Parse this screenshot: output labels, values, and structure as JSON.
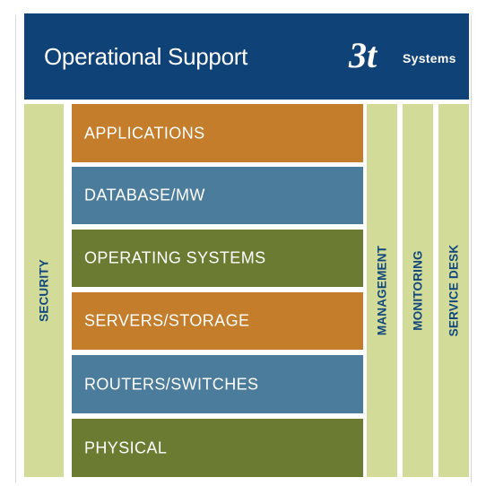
{
  "header": {
    "title": "Operational Support",
    "logo_mark": "3t",
    "logo_text": "Systems",
    "background": "#0f4276"
  },
  "columns": [
    {
      "label": "SECURITY",
      "color": "#d3db99"
    },
    {
      "label": "MANAGEMENT",
      "color": "#d3db99"
    },
    {
      "label": "MONITORING",
      "color": "#d3db99"
    },
    {
      "label": "SERVICE DESK",
      "color": "#d3db99"
    }
  ],
  "layers": [
    {
      "label": "APPLICATIONS",
      "color": "#c37d2b"
    },
    {
      "label": "DATABASE/MW",
      "color": "#4c7c9b"
    },
    {
      "label": "OPERATING SYSTEMS",
      "color": "#6b7c32"
    },
    {
      "label": "SERVERS/STORAGE",
      "color": "#c37d2b"
    },
    {
      "label": "ROUTERS/SWITCHES",
      "color": "#4c7c9b"
    },
    {
      "label": "PHYSICAL",
      "color": "#6b7c32"
    }
  ]
}
